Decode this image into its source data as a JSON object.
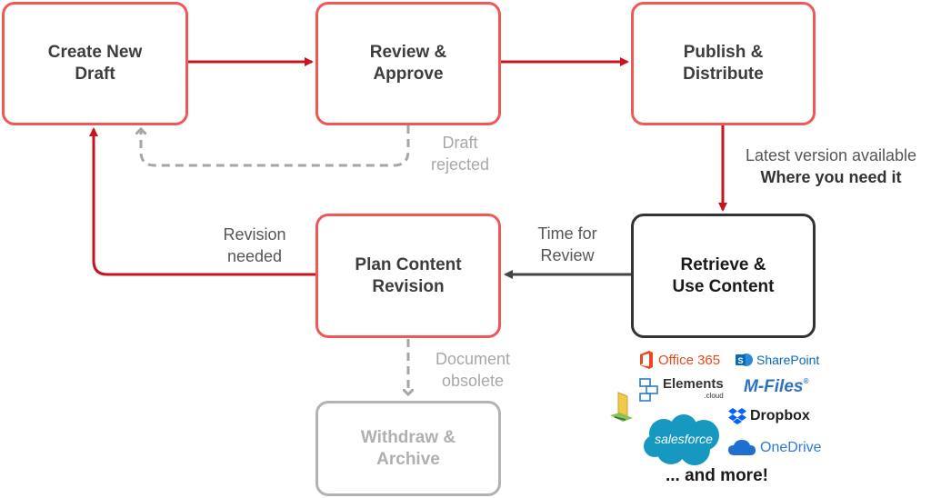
{
  "nodes": {
    "create_draft": [
      "Create New",
      "Draft"
    ],
    "review_approve": [
      "Review &",
      "Approve"
    ],
    "publish_distribute": [
      "Publish &",
      "Distribute"
    ],
    "retrieve_use": [
      "Retrieve &",
      "Use Content"
    ],
    "plan_revision": [
      "Plan Content",
      "Revision"
    ],
    "withdraw_archive": [
      "Withdraw &",
      "Archive"
    ]
  },
  "edge_labels": {
    "draft_rejected": [
      "Draft",
      "rejected"
    ],
    "latest_version": [
      "Latest version available",
      "Where you need it"
    ],
    "time_for_review": [
      "Time for",
      "Review"
    ],
    "revision_needed": [
      "Revision",
      "needed"
    ],
    "document_obsolete": [
      "Document",
      "obsolete"
    ]
  },
  "integrations": {
    "office365": "Office 365",
    "sharepoint": "SharePoint",
    "elements": "Elements",
    "elements_sub": ".cloud",
    "mfiles": "M-Files",
    "dropbox": "Dropbox",
    "salesforce": "salesforce",
    "onedrive": "OneDrive",
    "more": "... and more!"
  },
  "colors": {
    "flow_red": "#c8141e",
    "box_red": "#f05858",
    "dark": "#333333",
    "muted": "#b3b3b3"
  }
}
